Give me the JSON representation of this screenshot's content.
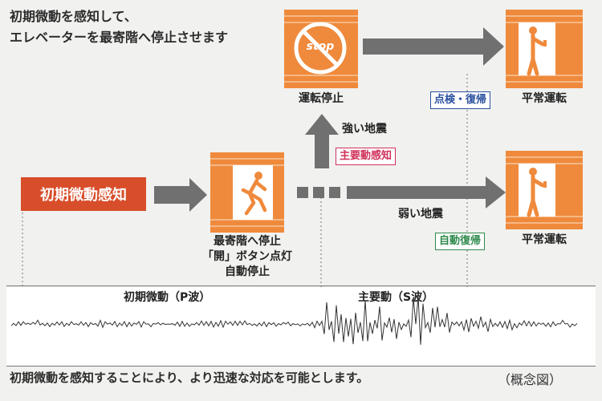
{
  "intro": {
    "line1": "初期微動を感知して、",
    "line2": "エレベーターを最寄階へ停止させます"
  },
  "initial_box": "初期微動感知",
  "stop_sign_text": "stop",
  "nodes": {
    "nearest_floor": [
      "最寄階へ停止",
      "「開」ボタン点灯",
      "自動停止"
    ],
    "operation_stop": "運転停止",
    "normal_top": "平常運転",
    "normal_bottom": "平常運転"
  },
  "labels": {
    "strong_quake": "強い地震",
    "weak_quake": "弱い地震"
  },
  "badges": {
    "main_detect": "主要動感知",
    "inspect_restore": "点検・復帰",
    "auto_restore": "自動復帰"
  },
  "badge_colors": {
    "main_detect": "#d0315a",
    "inspect_restore": "#2a4f9e",
    "auto_restore": "#2e8a4c"
  },
  "accent_color": "#ef8a3c",
  "arrow_color": "#707070",
  "wave": {
    "p_label": "初期微動（P波）",
    "s_label": "主要動（S波）"
  },
  "footer": {
    "text": "初期微動を感知することにより、より迅速な対応を可能とします。",
    "note": "（概念図）"
  }
}
